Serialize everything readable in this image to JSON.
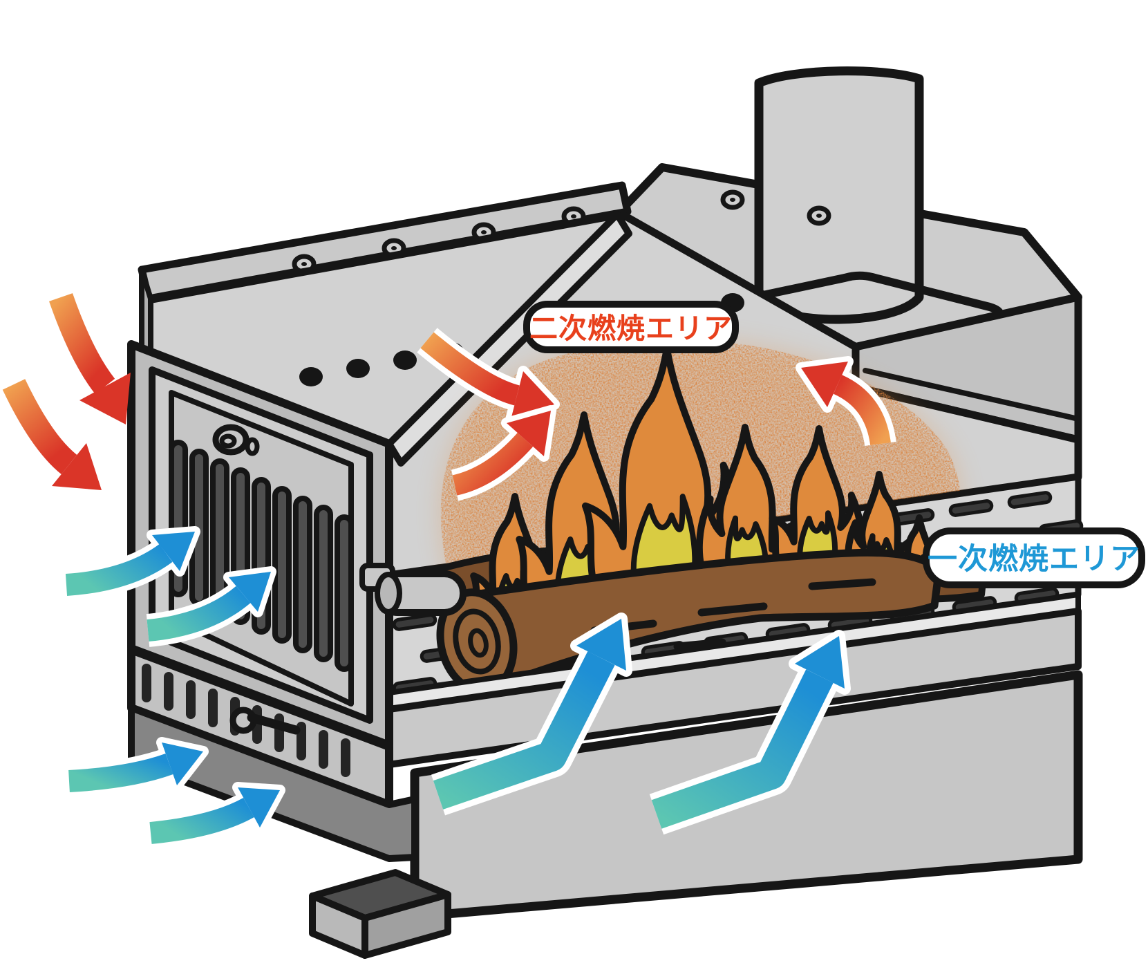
{
  "diagram": {
    "type": "wood-stove combustion illustration",
    "labels": {
      "secondary_combustion": {
        "text": "二次燃焼エリア",
        "color": "#e8401c"
      },
      "primary_combustion": {
        "text": "一次燃焼エリア",
        "color": "#1e98d6"
      }
    },
    "icons": {
      "arrows": [
        {
          "name": "hot-air-inflow-arrow-top-left-1",
          "flow": "hot",
          "color_start": "#f0a050",
          "color_end": "#da3528"
        },
        {
          "name": "hot-air-inflow-arrow-top-left-2",
          "flow": "hot",
          "color_start": "#f0a050",
          "color_end": "#da3528"
        },
        {
          "name": "secondary-burn-arrow-down",
          "flow": "hot",
          "color_start": "#f0a050",
          "color_end": "#da3528"
        },
        {
          "name": "secondary-burn-arrow-up",
          "flow": "hot",
          "color_start": "#f0a050",
          "color_end": "#da3528"
        },
        {
          "name": "secondary-burn-arrow-right",
          "flow": "hot",
          "color_start": "#f0a050",
          "color_end": "#da3528"
        },
        {
          "name": "cold-air-door-arrow-1",
          "flow": "cold",
          "color_start": "#5cc6b2",
          "color_end": "#1e8fd5"
        },
        {
          "name": "cold-air-door-arrow-2",
          "flow": "cold",
          "color_start": "#5cc6b2",
          "color_end": "#1e8fd5"
        },
        {
          "name": "cold-air-base-arrow-1",
          "flow": "cold",
          "color_start": "#5cc6b2",
          "color_end": "#1e8fd5"
        },
        {
          "name": "cold-air-base-arrow-2",
          "flow": "cold",
          "color_start": "#5cc6b2",
          "color_end": "#1e8fd5"
        },
        {
          "name": "primary-burn-arrow-1",
          "flow": "cold",
          "color_start": "#5cc6b2",
          "color_end": "#1e8fd5"
        },
        {
          "name": "primary-burn-arrow-2",
          "flow": "cold",
          "color_start": "#5cc6b2",
          "color_end": "#1e8fd5"
        }
      ]
    },
    "colors": {
      "outline": "#161616",
      "body_gray": "#cdcdcd",
      "body_gray_dark": "#8a8a8a",
      "flame_orange": "#df8a3c",
      "flame_yellow": "#d9cc42",
      "glow_orange": "#d9813c",
      "log_brown": "#8a5a33"
    }
  }
}
